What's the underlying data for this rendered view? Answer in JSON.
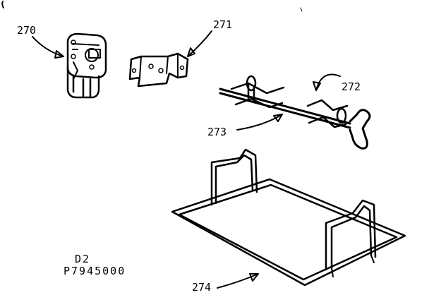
{
  "parts": [
    {
      "id": "motor",
      "callout": "270"
    },
    {
      "id": "bracket",
      "callout": "271"
    },
    {
      "id": "spit-fork",
      "callout": "272"
    },
    {
      "id": "spit-rod",
      "callout": "273"
    },
    {
      "id": "drip-rack",
      "callout": "274"
    }
  ],
  "drawing_code": {
    "line1": "D2",
    "line2": "P7945000"
  }
}
